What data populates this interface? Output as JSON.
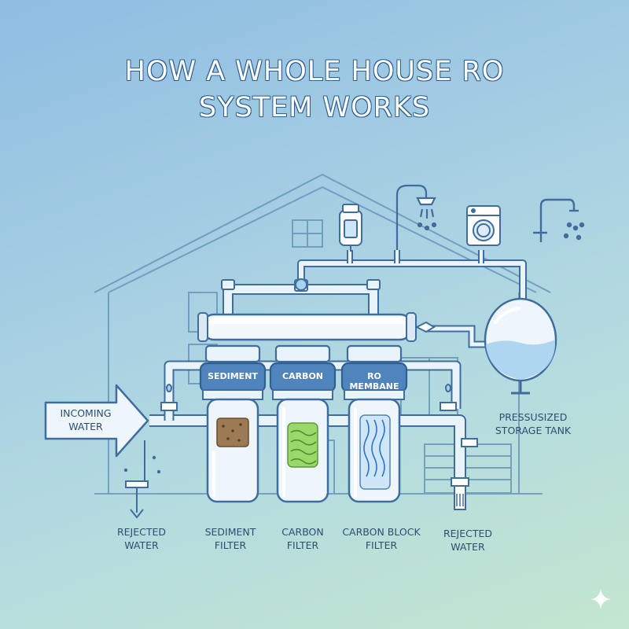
{
  "title": {
    "line1": "HOW A WHOLE HOUSE RO",
    "line2": "SYSTEM WORKS"
  },
  "incoming": {
    "line1": "INCOMING",
    "line2": "WATER"
  },
  "filter_bands": {
    "sediment": "SEDIMENT",
    "carbon": "CARBON",
    "ro": "RO MEMBANE"
  },
  "tank_label": {
    "line1": "PRESSUSIZED",
    "line2": "STORAGE TANK"
  },
  "bottom_labels": [
    {
      "line1": "REJECTED",
      "line2": "WATER"
    },
    {
      "line1": "SEDIMENT",
      "line2": "FILTER"
    },
    {
      "line1": "CARBON",
      "line2": "FILTER"
    },
    {
      "line1": "CARBON BLOCK",
      "line2": "FILTER"
    },
    {
      "line1": "REJECTED",
      "line2": "WATER"
    }
  ],
  "icons": [
    "water-heater-icon",
    "shower-icon",
    "washing-machine-icon",
    "faucet-icon",
    "sparkle-icon"
  ],
  "colors": {
    "outline": "#3e6d9e",
    "pipe": "#e9f3fb",
    "band": "#4f84bc",
    "water": "#a7d3ef",
    "sediment": "#9b7a55",
    "carbon": "#9ad86a"
  }
}
